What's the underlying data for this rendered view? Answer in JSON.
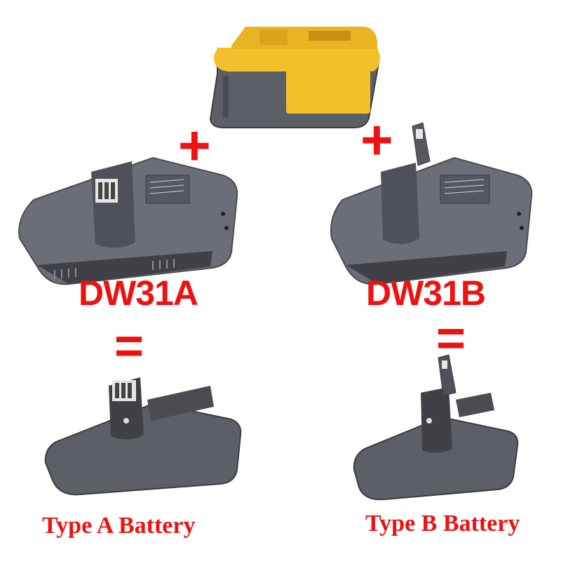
{
  "scene": {
    "background_color": "#ffffff",
    "accent_color": "#ee1111",
    "battery_gray": "#5c5f66",
    "battery_yellow": "#f2c02b"
  },
  "symbols": {
    "plus": "+",
    "equals": "="
  },
  "adapters": [
    {
      "model": "DW31A"
    },
    {
      "model": "DW31B"
    }
  ],
  "batteries": [
    {
      "caption": "Type A Battery"
    },
    {
      "caption": "Type B Battery"
    }
  ]
}
